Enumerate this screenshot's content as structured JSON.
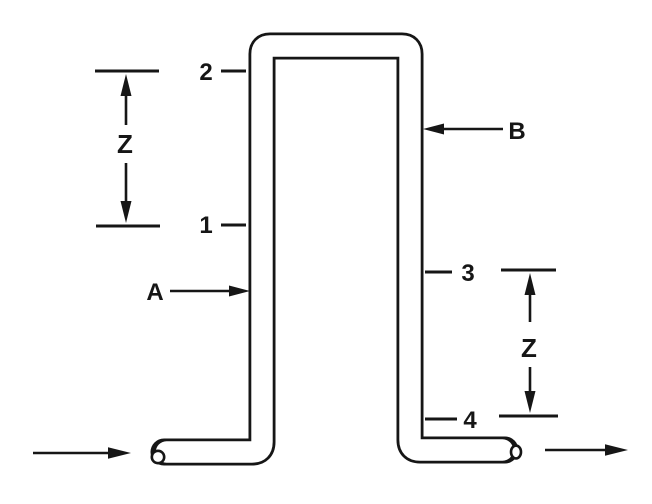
{
  "colors": {
    "ink": "#161616",
    "paper": "#ffffff"
  },
  "labels": {
    "station_1": "1",
    "station_2": "2",
    "station_3": "3",
    "station_4": "4",
    "point_a": "A",
    "point_b": "B",
    "z_left": "Z",
    "z_right": "Z"
  }
}
